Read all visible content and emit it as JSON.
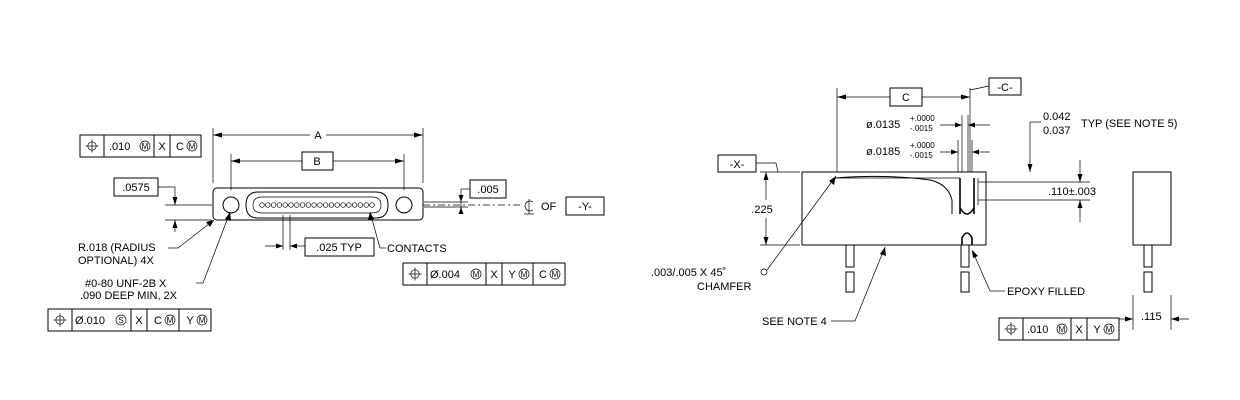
{
  "front_view": {
    "fcf_top": {
      "value": ".010",
      "mod": "M",
      "datum1": "X",
      "datum2": "C",
      "datum2_mod": "M"
    },
    "dim_a": "A",
    "dim_b": "B",
    "dim_0575": ".0575",
    "dim_005": ".005",
    "centerline_label": "OF",
    "datum_y": "-Y-",
    "radius_note_1": "R.018 (RADIUS",
    "radius_note_2": "OPTIONAL) 4X",
    "pitch": ".025 TYP",
    "contacts_label": "CONTACTS",
    "fcf_contacts": {
      "value": "Ø.004",
      "mod": "M",
      "datum1": "X",
      "datum2": "Y",
      "datum2_mod": "M",
      "datum3": "C",
      "datum3_mod": "M"
    },
    "thread_note_1": "#0-80 UNF-2B X",
    "thread_note_2": ".090 DEEP MIN, 2X",
    "fcf_thread": {
      "value": "Ø.010",
      "mod": "S",
      "datum1": "X",
      "datum2": "C",
      "datum2_mod": "M",
      "datum3": "Y",
      "datum3_mod": "M"
    }
  },
  "side_view": {
    "datum_c": "-C-",
    "dim_c": "C",
    "tol_0135": {
      "base": "ø.0135",
      "upper": "+.0000",
      "lower": "-.0015"
    },
    "tol_0185": {
      "base": "ø.0185",
      "upper": "+.0000",
      "lower": "-.0015"
    },
    "typ_upper": "0.042",
    "typ_lower": "0.037",
    "typ_note": "TYP (SEE NOTE 5)",
    "datum_x": "-X-",
    "dim_225": ".225",
    "dim_110": ".110±.003",
    "chamfer_1": ".003/.005 X 45˚",
    "chamfer_2": "CHAMFER",
    "epoxy": "EPOXY FILLED",
    "note4": "SEE NOTE 4"
  },
  "end_view": {
    "fcf": {
      "value": ".010",
      "mod": "M",
      "datum1": "X",
      "datum2": "Y",
      "datum2_mod": "M"
    },
    "dim_115": ".115"
  }
}
